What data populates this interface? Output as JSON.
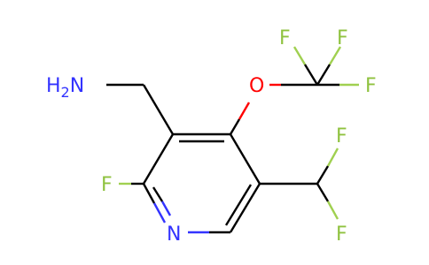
{
  "molecule": {
    "atoms": {
      "amine_n": "H",
      "amine_n_sub": "2",
      "amine_n_tail": "N",
      "ring_n": "N",
      "ether_o": "O",
      "f_ring": "F",
      "f_cf3_a": "F",
      "f_cf3_b": "F",
      "f_cf3_c": "F",
      "f_chf2_a": "F",
      "f_chf2_b": "F"
    },
    "colors": {
      "carbon_bond": "#000000",
      "nitrogen": "#3333ff",
      "oxygen": "#ff0000",
      "fluorine": "#8fc23f"
    }
  }
}
